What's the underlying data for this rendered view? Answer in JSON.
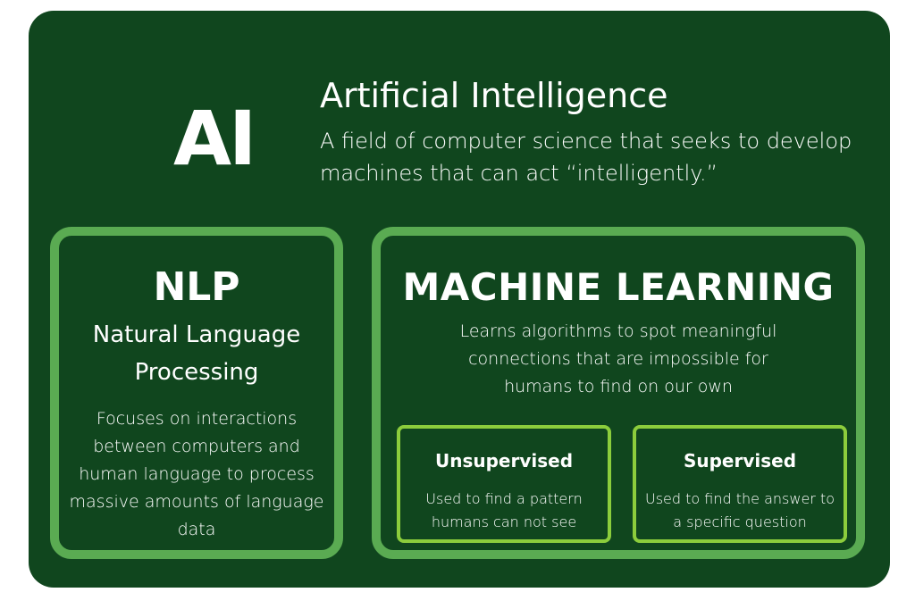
{
  "ai": {
    "abbr": "AI",
    "title": "Artificial Intelligence",
    "description": "A field of computer science that seeks to develop machines that can act “intelligently.”"
  },
  "nlp": {
    "abbr": "NLP",
    "full_name": "Natural Language Processing",
    "description": "Focuses on interactions between computers and human language to process massive amounts of language data"
  },
  "ml": {
    "title": "MACHINE LEARNING",
    "description": "Learns algorithms to spot meaningful connections that are impossible for humans to find on our own",
    "types": [
      {
        "title": "Unsupervised",
        "description": "Used to find a pattern humans can not see"
      },
      {
        "title": "Supervised",
        "description": "Used to find the answer to a specific question"
      }
    ]
  },
  "colors": {
    "background": "#10461e",
    "outer_border": "#5aab52",
    "inner_border": "#8ccd3c",
    "text": "#ffffff"
  }
}
